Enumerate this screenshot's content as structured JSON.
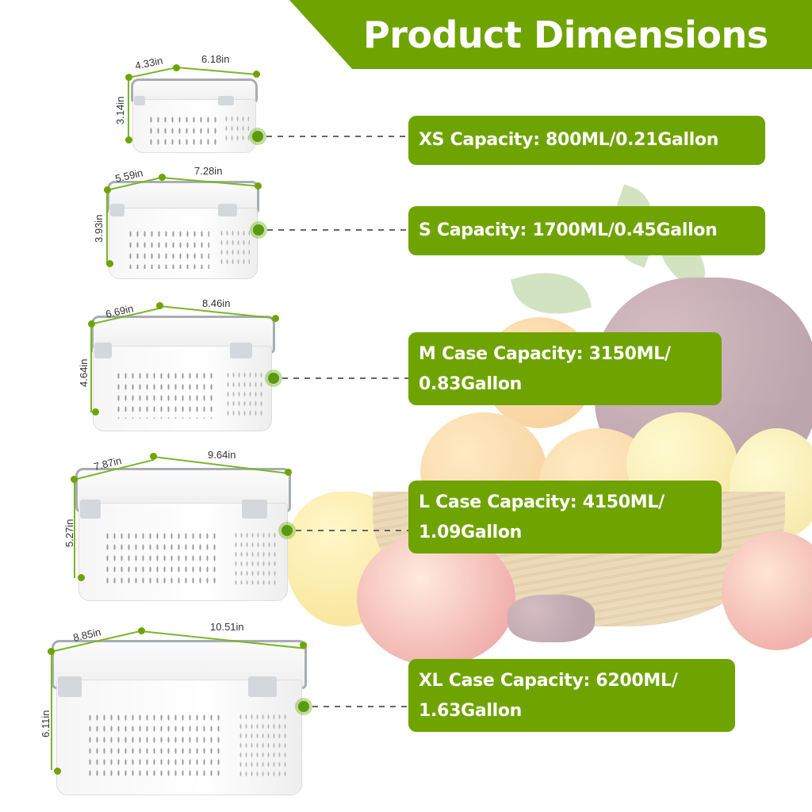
{
  "header": {
    "title": "Product Dimensions"
  },
  "colors": {
    "brand_green": "#6fa300",
    "dimension_line": "#7ab52a",
    "text_white": "#ffffff",
    "dim_text": "#333333"
  },
  "containers": [
    {
      "size": "XS",
      "width": "4.33in",
      "length": "6.18in",
      "height": "3.14in",
      "capacity_line1": "XS Capacity: 800ML/0.21Gallon",
      "capacity_line2": ""
    },
    {
      "size": "S",
      "width": "5.59in",
      "length": "7.28in",
      "height": "3.93in",
      "capacity_line1": "S Capacity: 1700ML/0.45Gallon",
      "capacity_line2": ""
    },
    {
      "size": "M",
      "width": "6.69in",
      "length": "8.46in",
      "height": "4.64in",
      "capacity_line1": "M Case Capacity: 3150ML/",
      "capacity_line2": "0.83Gallon"
    },
    {
      "size": "L",
      "width": "7.87in",
      "length": "9.64in",
      "height": "5.27in",
      "capacity_line1": "L Case Capacity: 4150ML/",
      "capacity_line2": "1.09Gallon"
    },
    {
      "size": "XL",
      "width": "8.85in",
      "length": "10.51in",
      "height": "6.11in",
      "capacity_line1": "XL Case Capacity: 6200ML/",
      "capacity_line2": "1.63Gallon"
    }
  ],
  "background": {
    "image": "faded fruit basket with grapes, oranges, lemons, apples and leaves"
  }
}
